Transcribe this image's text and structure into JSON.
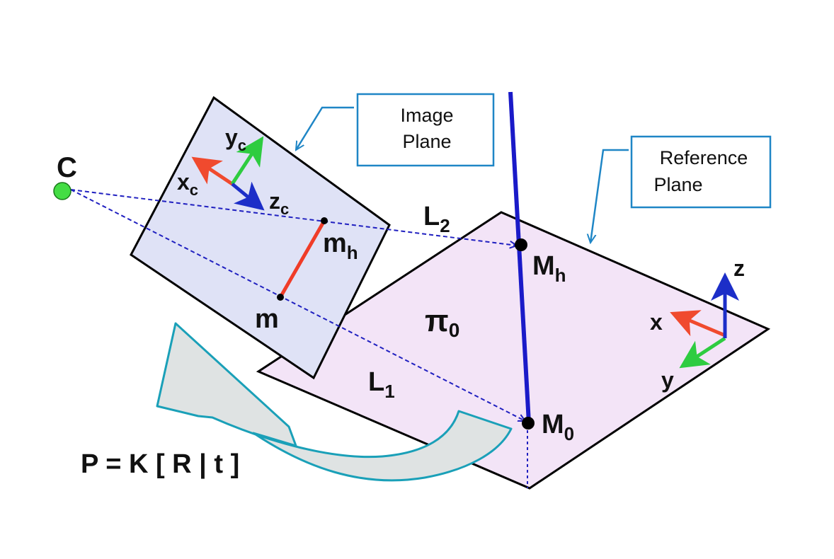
{
  "labels": {
    "camera_center": "C",
    "image_plane_line1": "Image",
    "image_plane_line2": "Plane",
    "reference_plane_line1": "Reference",
    "reference_plane_line2": "Plane",
    "yc_main": "y",
    "yc_sub": "c",
    "xc_main": "x",
    "xc_sub": "c",
    "zc_main": "z",
    "zc_sub": "c",
    "mh_main": "m",
    "mh_sub": "h",
    "m": "m",
    "l2_main": "L",
    "l2_sub": "2",
    "l1_main": "L",
    "l1_sub": "1",
    "Mh_main": "M",
    "Mh_sub": "h",
    "M0_main": "M",
    "M0_sub": "0",
    "pi0_main": "π",
    "pi0_sub": "0",
    "world_x": "x",
    "world_y": "y",
    "world_z": "z",
    "projection_formula": "P = K [ R | t ]"
  },
  "colors": {
    "image_plane_fill": "#dfe2f6",
    "reference_plane_fill": "#f3e4f7",
    "callout": "#1f86c6",
    "axis_red": "#f04a2e",
    "axis_green": "#2ecc40",
    "axis_blue": "#1c2ec8",
    "segment_red": "#f03c28",
    "vertical_pole": "#1a1ac8",
    "ray": "#2020c0",
    "camera_point": "#44dd44",
    "curved_arrow_fill": "#dfe3e3",
    "curved_arrow_stroke": "#1aa0b8"
  }
}
